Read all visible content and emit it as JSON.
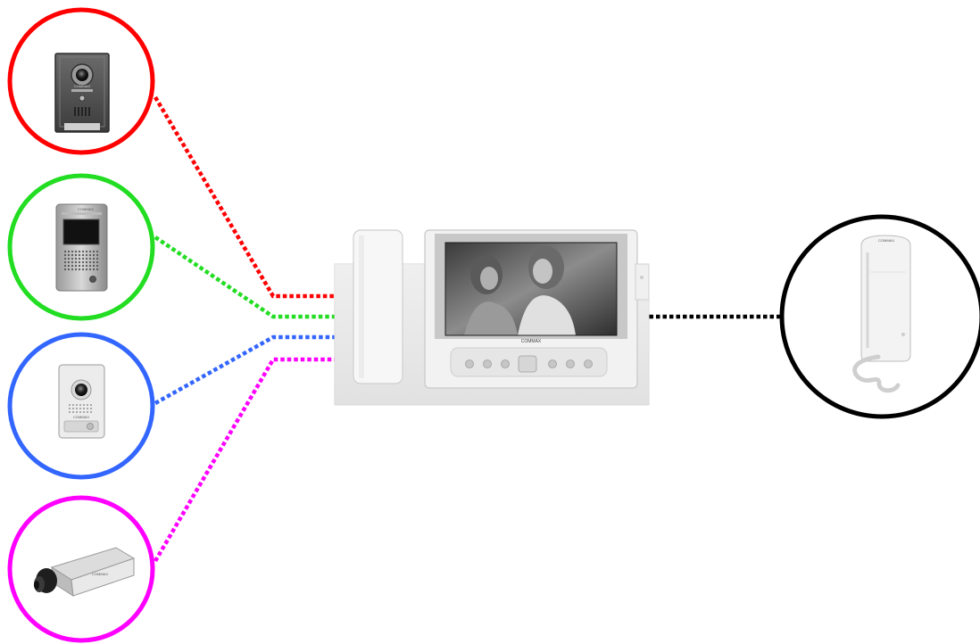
{
  "diagram": {
    "hub": {
      "name": "video-intercom-monitor",
      "brand": "COMMAX"
    },
    "devices": [
      {
        "id": "door-camera-vandal",
        "color": "#ff0000",
        "brand": "COMMAX"
      },
      {
        "id": "door-camera-color",
        "color": "#22dd22",
        "brand": "COMMAX"
      },
      {
        "id": "door-camera-surface",
        "color": "#3366ff",
        "brand": "COMMAX"
      },
      {
        "id": "cctv-camera",
        "color": "#ff00ff",
        "brand": "COMMAX"
      },
      {
        "id": "interphone-handset",
        "color": "#000000",
        "brand": "COMMAX"
      }
    ],
    "connection_style": "dotted"
  }
}
